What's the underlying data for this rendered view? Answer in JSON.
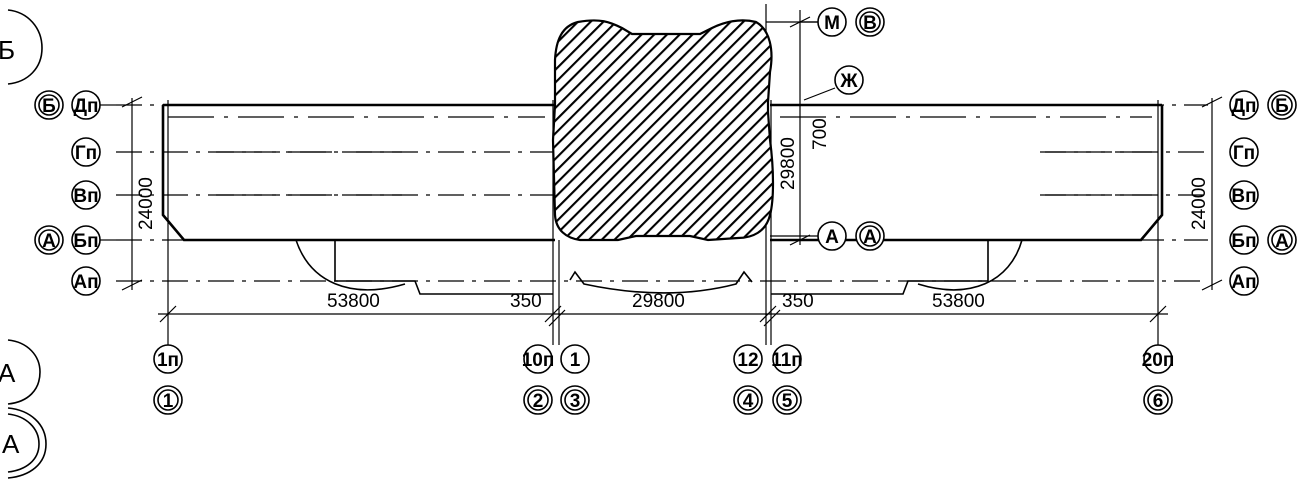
{
  "corner_labels": {
    "top_left": "Б",
    "bottom_left_single": "А",
    "bottom_left_double": "А"
  },
  "row_labels": {
    "dp": "Дп",
    "gp": "Гп",
    "vp": "Вп",
    "bp": "Бп",
    "ap": "Ап",
    "b": "Б",
    "a": "А",
    "m": "М",
    "v": "В",
    "zh": "Ж"
  },
  "column_labels": {
    "c1n": "1п",
    "c10n": "10п",
    "c1": "1",
    "c12": "12",
    "c11n": "11п",
    "c20n": "20п",
    "n1": "1",
    "n2": "2",
    "n3": "3",
    "n4": "4",
    "n5": "5",
    "n6": "6"
  },
  "dimensions": {
    "left_height": "24000",
    "right_height": "24000",
    "mid_height": "29800",
    "offset": "700",
    "left_span": "53800",
    "gap_left": "350",
    "mid_span": "29800",
    "gap_right": "350",
    "right_span": "53800"
  },
  "colors": {
    "ink": "#000000",
    "paper": "#ffffff"
  }
}
